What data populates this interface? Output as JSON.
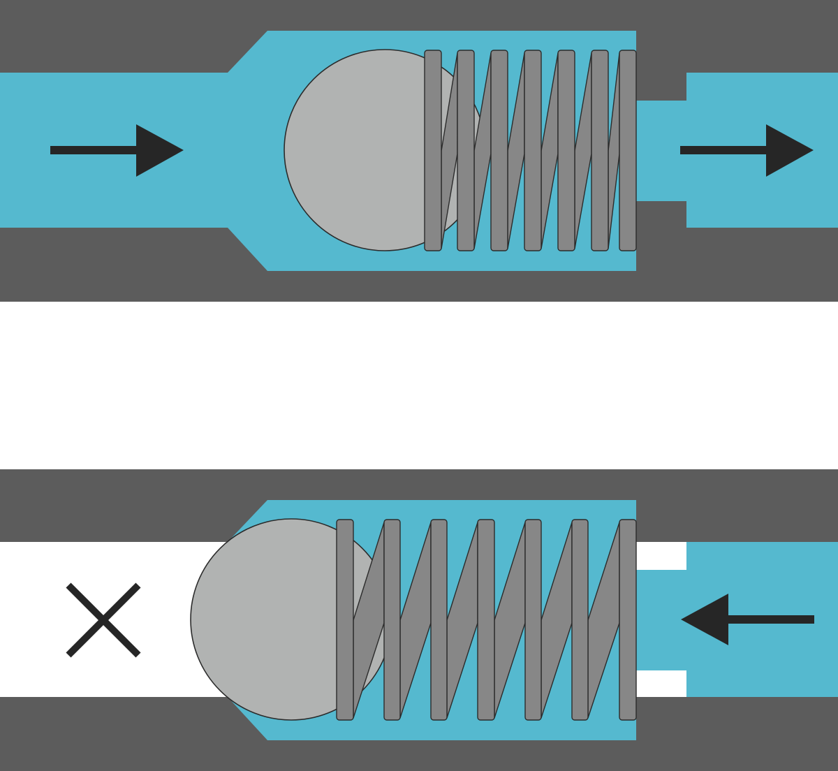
{
  "colors": {
    "pipe": "#5c5c5c",
    "fluid": "#55b9cf",
    "ball": "#b1b3b2",
    "spring": "#878787",
    "outline": "#2b2b2b",
    "arrow": "#262626",
    "background": "#ffffff"
  },
  "panels": [
    {
      "id": "open",
      "state": "flow-permitted",
      "inlet_filled": true,
      "spring_coils": 7,
      "arrows": [
        {
          "direction": "right",
          "position": "inlet"
        },
        {
          "direction": "right",
          "position": "outlet"
        }
      ],
      "blocked_marker": false
    },
    {
      "id": "closed",
      "state": "flow-blocked",
      "inlet_filled": false,
      "spring_coils": 7,
      "arrows": [
        {
          "direction": "left",
          "position": "outlet"
        }
      ],
      "blocked_marker": true,
      "blocked_marker_icon": "cross-icon"
    }
  ]
}
